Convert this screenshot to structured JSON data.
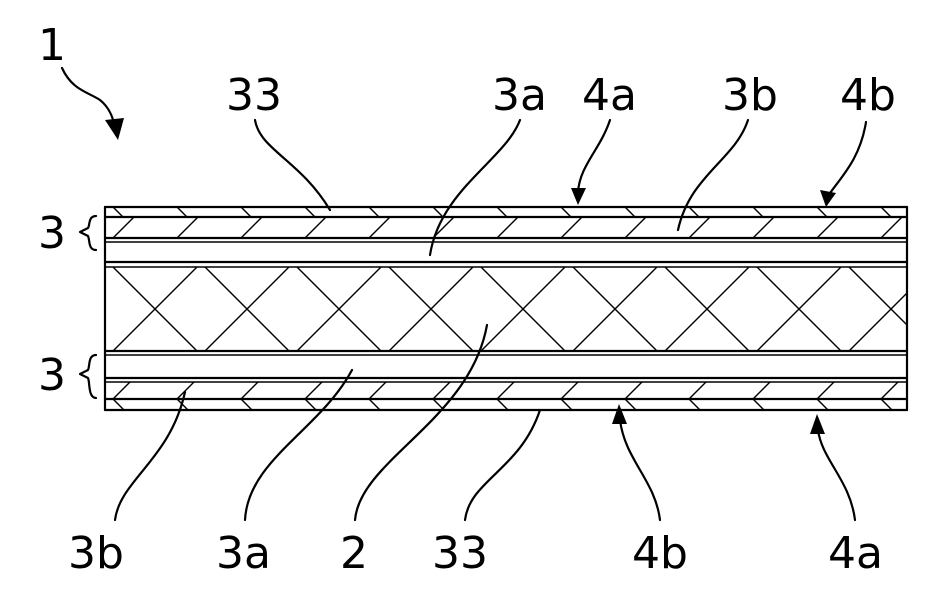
{
  "labels": {
    "figure_ref": "1",
    "top": [
      "33",
      "3a",
      "4a",
      "3b",
      "4b"
    ],
    "left": [
      "3",
      "3"
    ],
    "bottom": [
      "3b",
      "3a",
      "2",
      "33",
      "4b",
      "4a"
    ]
  }
}
